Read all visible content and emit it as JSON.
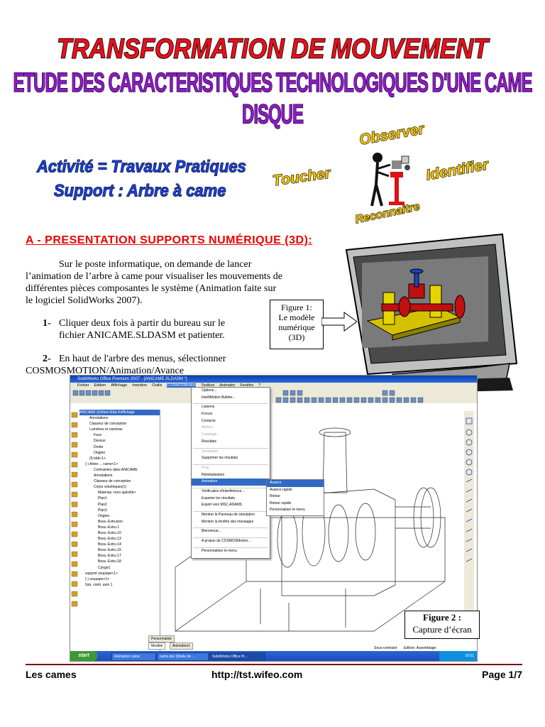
{
  "header": {
    "title": "TRANSFORMATION DE MOUVEMENT",
    "subtitle": "ETUDE DES CARACTERISTIQUES TECHNOLOGIQUES D'UNE CAME DISQUE",
    "activity": "Activité = Travaux Pratiques",
    "support": "Support : Arbre à came",
    "wordart": {
      "observer": "Observer",
      "toucher": "Toucher",
      "identifier": "Identifier",
      "reconnaitre": "Reconnaitre"
    }
  },
  "section_a": {
    "heading": "A - PRESENTATION SUPPORTS NUMÉRIQUE (3D):",
    "paragraph_lines": [
      "Sur le poste informatique, on demande de lancer",
      "l’animation de l’arbre à came pour visualiser les mouvements de",
      "différentes pièces composantes le système (Animation faite sur",
      "le logiciel SolidWorks 2007)."
    ],
    "step1_num": "1-",
    "step1_lines": [
      "Cliquer deux fois  à partir du bureau sur le",
      "fichier ANICAME.SLDASM et patienter."
    ],
    "step2_num": "2-",
    "step2_lines": [
      "En haut de l'arbre des menus, sélectionner",
      "COSMOSMOTION/Animation/Avance"
    ]
  },
  "figure1": {
    "label": "Figure 1:",
    "lines": [
      "Le modèle",
      "numérique",
      "(3D)"
    ]
  },
  "figure2": {
    "label": "Figure 2 :",
    "caption": "Capture d’écran"
  },
  "screenshot": {
    "window_title": "SolidWorks Office Premium 2007 - [ANICAME.SLDASM *]",
    "menu": [
      "Fichier",
      "Edition",
      "Affichage",
      "Insertion",
      "Outils",
      "COSMOSMotion",
      "Toolbox",
      "Animator",
      "Fenêtre",
      "?"
    ],
    "tree": [
      "ANICAME (Défaut<Etat d'affichage",
      "Annotations",
      "Classeur de conception",
      "Lumières et caméras",
      "Face",
      "Dessus",
      "Droite",
      "Origine",
      "(f) bâti<1>",
      "(-) Arbre ... came<1>",
      "Contraintes dans ANICAME",
      "Annotations",
      "Classeur de conception",
      "Corps volumiques(1)",
      "Matériau <non spécifié>",
      "Plan1",
      "Plan2",
      "Plan3",
      "Origine",
      "Boss.-Extrusion",
      "Boss.-Extru.1",
      "Boss.-Extru.10",
      "Boss.-Extru.13",
      "Boss.-Extru.14",
      "Boss.-Extru.15",
      "Boss.-Extru.17",
      "Boss.-Extru.18",
      "Congé1",
      "support soupape<1>",
      "(-) soupape<1>",
      "Grp. contr. asm 1"
    ],
    "dropdown": [
      "Options...",
      "IntelliMotion Builder...",
      "",
      "Liaisons",
      "Forces",
      "Contacts",
      "Moteur...",
      "Couplage...",
      "Résultats",
      "",
      "Simulation",
      "Supprimer les résultats",
      "",
      "Prop.",
      "Réinitialisation",
      "Animation",
      "",
      "Vérification d'interférence...",
      "Exporter les résultats",
      "Export vers MSC.ADAMS",
      "",
      "Montrer le Panneau de simulation",
      "Montrer la fenêtre des messages",
      "",
      "Bienvenue...",
      "",
      "A propos de COSMOSMotion...",
      "",
      "Personnaliser le menu"
    ],
    "submenu": [
      "Avance",
      "Avance rapide",
      "Retour",
      "Retour rapide",
      "Personnaliser le menu"
    ],
    "tabs": [
      "Personnalisé",
      "Modèle",
      "Animation1"
    ],
    "taskbar": {
      "start": "start",
      "tasks": [
        "Animation came",
        "came.doc [Mode de ...",
        "SolidWorks Office Pr..."
      ],
      "status": [
        "Sous-contraint",
        "Edition: Assemblage"
      ],
      "clock": "16:01"
    }
  },
  "footer": {
    "left": "Les cames",
    "center": "http://tst.wifeo.com",
    "right": "Page 1/7"
  }
}
